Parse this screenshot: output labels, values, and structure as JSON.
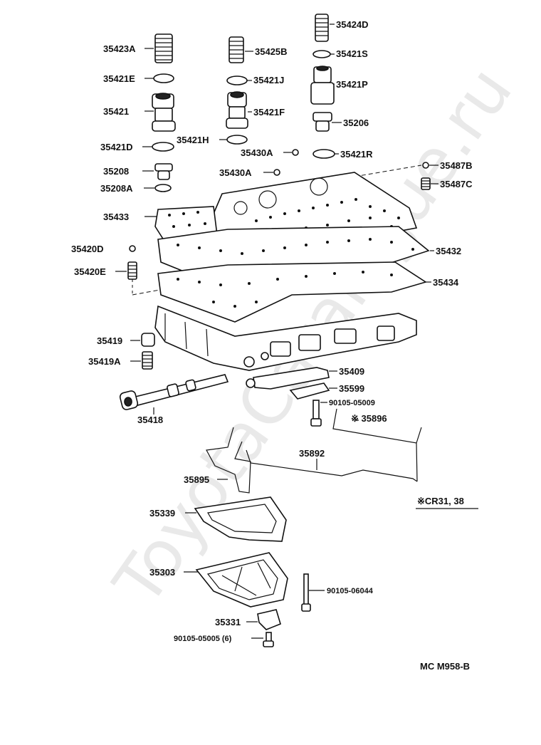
{
  "watermark": "ToyotaCatalogue.ru",
  "labels": {
    "l35423A": "35423A",
    "l35425B": "35425B",
    "l35424D": "35424D",
    "l35421S": "35421S",
    "l35421E": "35421E",
    "l35421J": "35421J",
    "l35421P": "35421P",
    "l35421": "35421",
    "l35421F": "35421F",
    "l35206": "35206",
    "l35421H": "35421H",
    "l35421D": "35421D",
    "l35430A_1": "35430A",
    "l35421R": "35421R",
    "l35208": "35208",
    "l35430A_2": "35430A",
    "l35487B": "35487B",
    "l35208A": "35208A",
    "l35487C": "35487C",
    "l35433": "35433",
    "l35420D": "35420D",
    "l35432": "35432",
    "l35420E": "35420E",
    "l35434": "35434",
    "l35419": "35419",
    "l35419A": "35419A",
    "l35409": "35409",
    "l35599": "35599",
    "l90105_05009": "90105-05009",
    "l35418": "35418",
    "l35896": "※ 35896",
    "l35892": "35892",
    "l35895": "35895",
    "l35339": "35339",
    "l35303": "35303",
    "l90105_06044": "90105-06044",
    "l35331": "35331",
    "l90105_05005": "90105-05005 (6)"
  },
  "note": "※CR31, 38",
  "figure_code": "MC M958-B"
}
